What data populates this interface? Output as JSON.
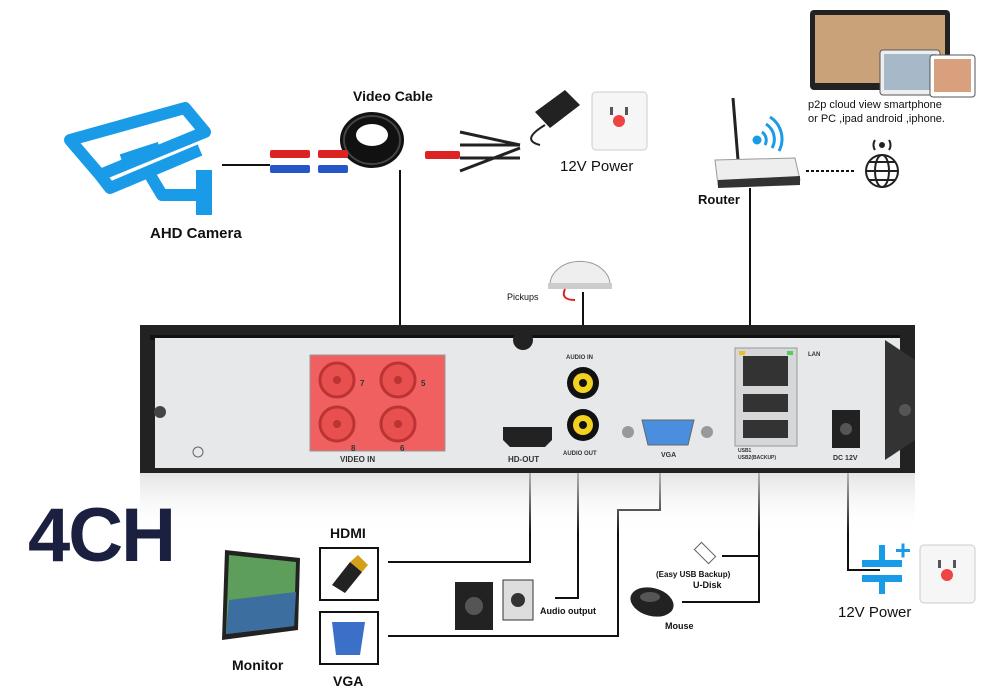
{
  "title": "4CH",
  "devices": {
    "camera": {
      "label": "AHD Camera",
      "icon": "cctv-camera-icon"
    },
    "cable": {
      "label": "Video Cable",
      "icon": "cable-coil-icon"
    },
    "power_top": {
      "label": "12V Power",
      "icon": "power-adapter-icon"
    },
    "router": {
      "label": "Router",
      "icon": "router-icon"
    },
    "cloud": {
      "line1": "p2p cloud view smartphone",
      "line2": "or PC ,ipad android ,iphone.",
      "icon": "devices-icon"
    },
    "pickups": {
      "label": "Pickups",
      "icon": "microphone-icon"
    },
    "hdmi": {
      "label": "HDMI",
      "icon": "hdmi-plug-icon"
    },
    "vga": {
      "label": "VGA",
      "icon": "vga-plug-icon"
    },
    "monitor": {
      "label": "Monitor",
      "icon": "tv-icon"
    },
    "audio_output": {
      "label": "Audio output",
      "icon": "speakers-icon"
    },
    "udisk": {
      "note": "(Easy USB Backup)",
      "label": "U-Disk",
      "icon": "usb-drive-icon"
    },
    "mouse": {
      "label": "Mouse",
      "icon": "mouse-icon"
    },
    "power_bottom": {
      "label": "12V Power",
      "icon": "dc-power-icon"
    }
  },
  "dvr_panel": {
    "video_in": "VIDEO IN",
    "channels": [
      "7",
      "5",
      "8",
      "6"
    ],
    "audio_in": "AUDIO IN",
    "audio_out": "AUDIO OUT",
    "hd_out": "HD-OUT",
    "vga": "VGA",
    "lan": "LAN",
    "usb1": "USB1",
    "usb2": "USB2(BACKUP)",
    "dc": "DC 12V"
  },
  "colors": {
    "camera": "#1a9be8",
    "title": "#1b2040",
    "bnc_highlight": "#f06060",
    "dvr_body": "#222222",
    "dvr_panel": "#e6e8ea"
  }
}
